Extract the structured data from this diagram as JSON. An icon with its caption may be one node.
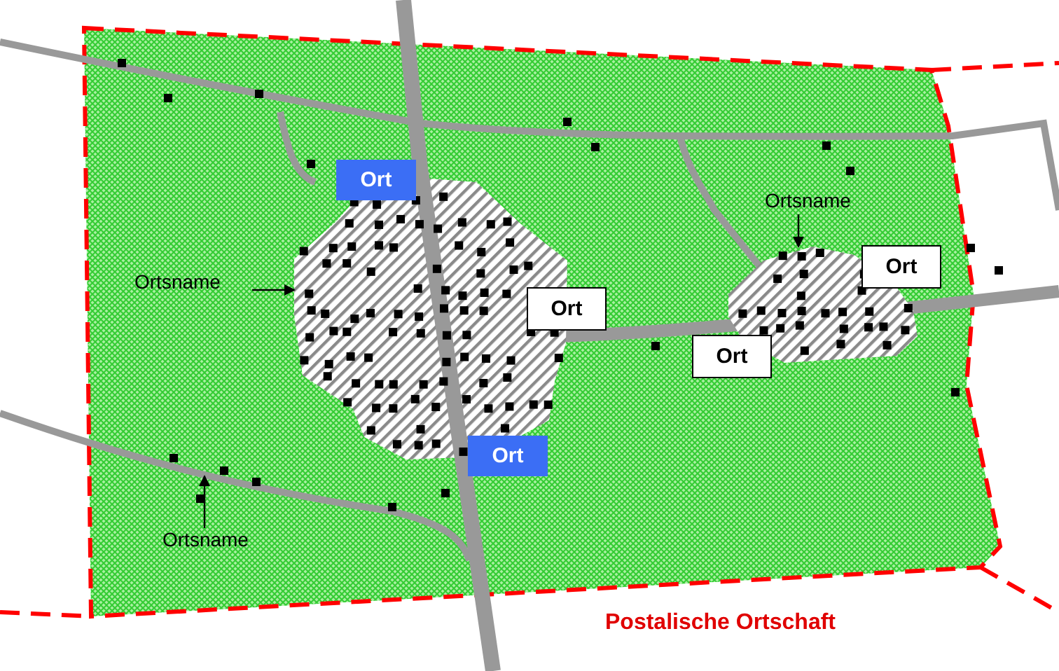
{
  "diagram": {
    "nodes": [
      {
        "text": [],
        "shape": "area"
      },
      {
        "text": [],
        "shape": "area"
      },
      {
        "text": [
          "Ortsname"
        ]
      },
      {
        "text": [
          "Ortsname"
        ]
      },
      {
        "text": [
          "Ortsname"
        ]
      },
      {
        "text": [
          "Ort"
        ]
      },
      {
        "text": [
          "Ort"
        ]
      },
      {
        "text": [
          "Ort"
        ]
      },
      {
        "text": [
          "Ort"
        ]
      },
      {
        "text": [
          "Ort"
        ]
      }
    ],
    "edges": [
      {
        "from": 2,
        "to": 0,
        "arrow": "to"
      },
      {
        "from": 3,
        "to": 1,
        "arrow": "to"
      },
      {
        "from": 4,
        "to": null,
        "arrow": "to"
      }
    ],
    "labels": [
      "Postalische Ortschaft"
    ]
  }
}
